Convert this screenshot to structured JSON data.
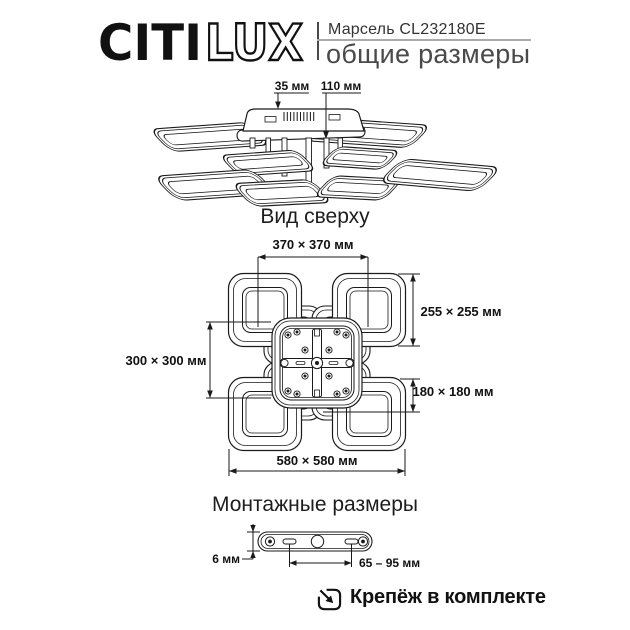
{
  "header": {
    "brand_part1": "CITI",
    "brand_part2": "LUX",
    "product_name": "Марсель CL232180E",
    "sheet_title": "общие размеры"
  },
  "side_view": {
    "dim_canopy_height": "35 мм",
    "dim_total_height": "110 мм"
  },
  "top_view": {
    "title": "Вид сверху",
    "dim_between_centers": "370 × 370 мм",
    "dim_big_square": "255 × 255 мм",
    "dim_inner_span": "300 × 300 мм",
    "dim_small_square": "180 × 180 мм",
    "dim_overall": "580 × 580 мм"
  },
  "mounting": {
    "title": "Монтажные размеры",
    "dim_plate_thickness": "6 мм",
    "dim_hole_spacing": "65 – 95 мм"
  },
  "footer": {
    "note": "Крепёж в комплекте"
  },
  "colors": {
    "line": "#1a1a1a",
    "accent_text": "#4a4a4a",
    "rule": "#aaaaaa"
  }
}
